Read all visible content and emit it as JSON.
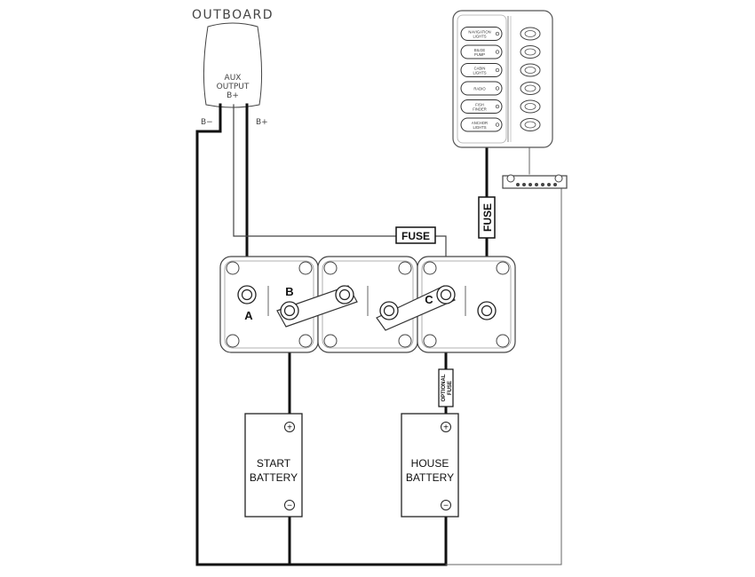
{
  "outboard": {
    "title": "OUTBOARD",
    "aux_line1": "AUX",
    "aux_line2": "OUTPUT",
    "aux_line3": "B+",
    "neg_label": "B−",
    "pos_label": "B+"
  },
  "fuses": {
    "horizontal": "FUSE",
    "vertical": "FUSE",
    "optional_line1": "OPTIONAL",
    "optional_line2": "FUSE"
  },
  "terminals": {
    "a": "A",
    "b": "B",
    "c": "C"
  },
  "start_battery": {
    "line1": "START",
    "line2": "BATTERY",
    "plus": "+",
    "minus": "−"
  },
  "house_battery": {
    "line1": "HOUSE",
    "line2": "BATTERY",
    "plus": "+",
    "minus": "−"
  },
  "switch_panel": {
    "switches": [
      {
        "line1": "NAVIGATION",
        "line2": "LIGHTS"
      },
      {
        "line1": "BILGE",
        "line2": "PUMP"
      },
      {
        "line1": "CABIN",
        "line2": "LIGHTS"
      },
      {
        "line1": "RADIO",
        "line2": ""
      },
      {
        "line1": "FISH",
        "line2": "FINDER"
      },
      {
        "line1": "ANCHOR",
        "line2": "LIGHTS"
      }
    ]
  }
}
